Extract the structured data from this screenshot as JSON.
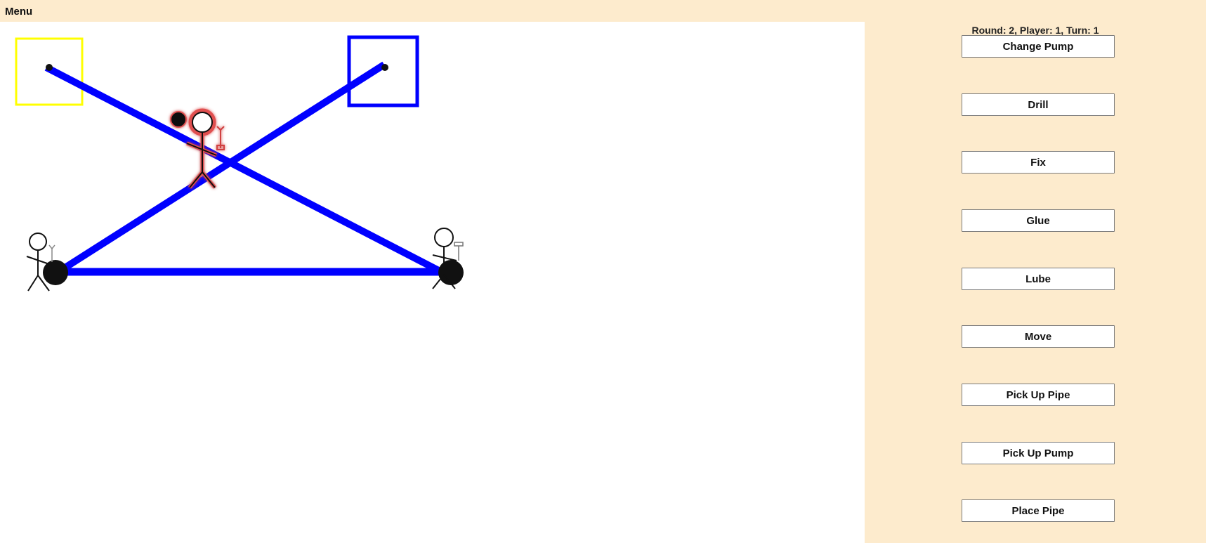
{
  "menubar": {
    "menu_label": "Menu"
  },
  "status": {
    "text": "Round: 2, Player: 1, Turn: 1"
  },
  "actions": [
    {
      "label": "Change Pump"
    },
    {
      "label": "Drill"
    },
    {
      "label": "Fix"
    },
    {
      "label": "Glue"
    },
    {
      "label": "Lube"
    },
    {
      "label": "Move"
    },
    {
      "label": "Pick Up Pipe"
    },
    {
      "label": "Pick Up Pump"
    },
    {
      "label": "Place Pipe"
    }
  ],
  "colors": {
    "pipe": "#0000ff",
    "spring_border": "#ffff00",
    "pump_border": "#0000ff",
    "active_player_glow": "#e05050",
    "panel_bg": "#fdebcd"
  },
  "board": {
    "icons": [
      "spring-icon",
      "pump-icon",
      "pipe",
      "cistern-node",
      "plumber-figure",
      "saboteur-figure",
      "wrench-icon",
      "hammer-icon"
    ]
  }
}
